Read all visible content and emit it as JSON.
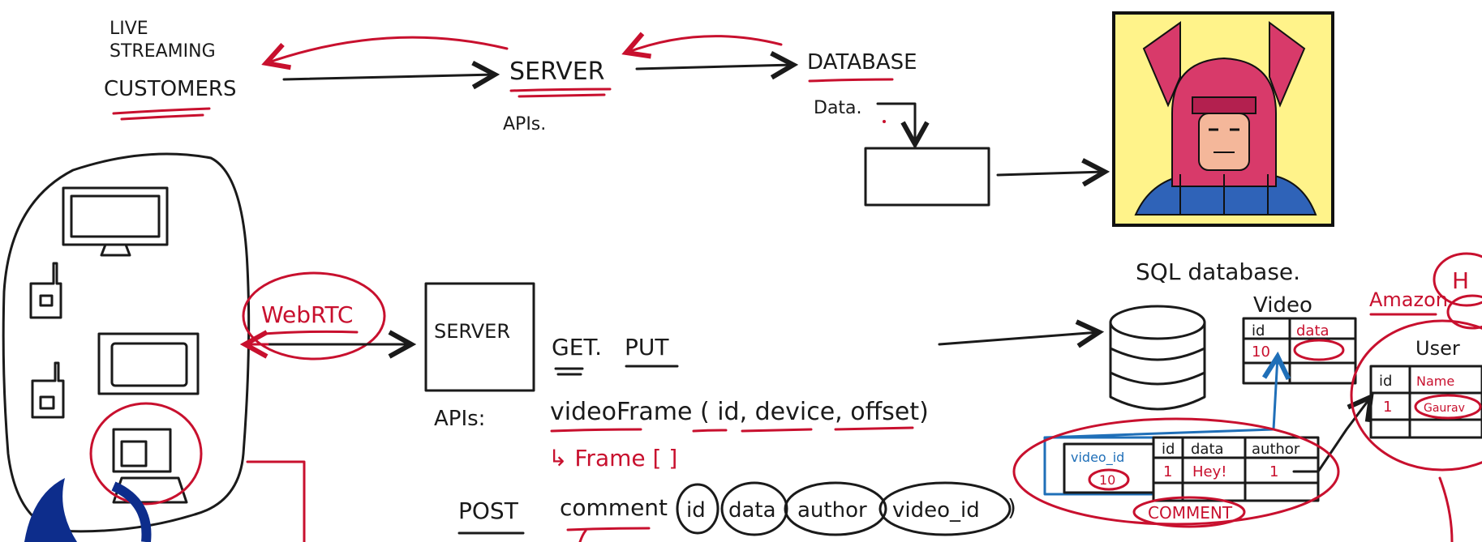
{
  "top": {
    "customers_line1": "LIVE",
    "customers_line2": "STREAMING",
    "customers_line3": "CUSTOMERS",
    "server": "SERVER",
    "apis": "APIs.",
    "database": "DATABASE",
    "data": "Data."
  },
  "bottom": {
    "webrtc": "WebRTC",
    "server": "SERVER",
    "apis_label": "APIs:",
    "get": "GET.",
    "put": "PUT",
    "video_frame_call": "videoFrame ( id, device, offset)",
    "frame_return": "↳ Frame [ ]",
    "post": "POST",
    "comment_fn": "comment",
    "param_id": "id",
    "param_data": "data",
    "param_author": "author",
    "param_video_id": "video_id"
  },
  "db": {
    "title": "SQL database.",
    "video_title": "Video",
    "video_headers": [
      "id",
      "data"
    ],
    "video_row": [
      "10",
      ""
    ],
    "comment_headers": [
      "video_id",
      "id",
      "data",
      "author"
    ],
    "comment_row": [
      "10",
      "1",
      "Hey!",
      "1"
    ],
    "comment_label": "COMMENT",
    "amazon": "Amazon",
    "user_title": "User",
    "user_headers": [
      "id",
      "Name"
    ],
    "user_row": [
      "1",
      "Gaurav"
    ],
    "edge_letter": "H"
  },
  "colors": {
    "ink": "#1a1a1a",
    "red": "#c8102e",
    "blue": "#1f6fb8",
    "poster_bg": "#fff38a"
  },
  "icons": [
    "monitor-icon",
    "phone-icon",
    "tablet-icon",
    "laptop-icon",
    "database-cylinder-icon",
    "galactus-image",
    "logo-icon"
  ]
}
